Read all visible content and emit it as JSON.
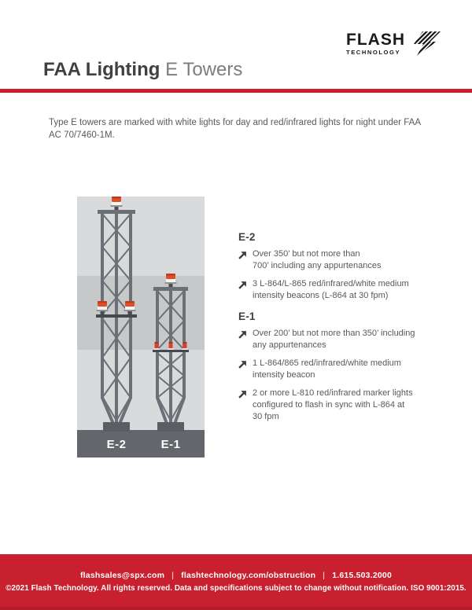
{
  "brand": {
    "name": "FLASH",
    "sub": "TECHNOLOGY"
  },
  "header": {
    "title_bold": "FAA Lighting",
    "title_light": "E Towers"
  },
  "intro": "Type E towers are marked with white lights for day and red/infrared lights for night under FAA AC 70/7460-1M.",
  "colors": {
    "accent_red": "#c8202f",
    "tower_gray": "#6b7076",
    "panel_light_gray": "#d9dadb",
    "panel_mid_gray": "#c6c8ca",
    "ground_gray": "#63666a",
    "beacon_orange": "#dd4f27"
  },
  "diagram": {
    "tower_tall_label": "E-2",
    "tower_short_label": "E-1"
  },
  "specs": {
    "sections": [
      {
        "title": "E-2",
        "items": [
          "Over 350’ but not more than\n700’ including any appurtenances",
          "3 L-864/L-865 red/infrared/white medium\nintensity beacons (L-864 at 30 fpm)"
        ]
      },
      {
        "title": "E-1",
        "items": [
          "Over 200’ but not more than 350’ including\nany appurtenances",
          "1 L-864/865 red/infrared/white medium\nintensity beacon",
          "2 or more L-810 red/infrared marker lights\nconfigured to flash in sync with L-864 at\n30 fpm"
        ]
      }
    ]
  },
  "footer": {
    "email": "flashsales@spx.com",
    "website": "flashtechnology.com/obstruction",
    "phone": "1.615.503.2000",
    "separator": "|",
    "legal": "©2021 Flash Technology. All rights reserved. Data and specifications subject to change without notification. ISO 9001:2015."
  }
}
